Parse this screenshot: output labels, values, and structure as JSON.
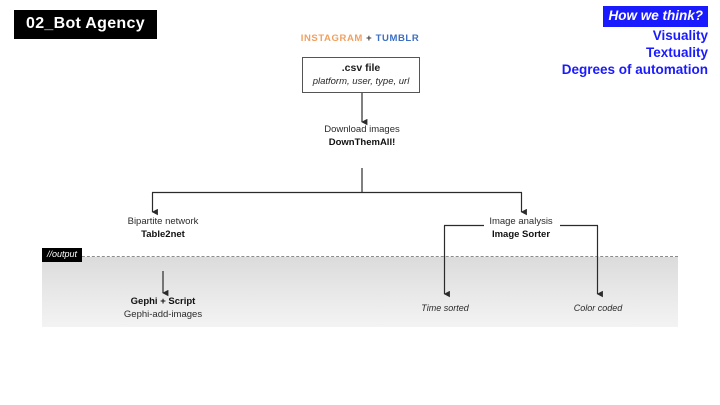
{
  "slide": {
    "title": "02_Bot Agency"
  },
  "think_panel": {
    "heading": "How we think?",
    "items": [
      {
        "label": "Visuality"
      },
      {
        "label": "Textuality"
      },
      {
        "label": "Degrees of automation"
      }
    ],
    "heading_bg": "#1a1aff",
    "text_color": "#1a1aff"
  },
  "sources": {
    "first": "INSTAGRAM",
    "separator": "+",
    "second": "TUMBLR",
    "first_color": "#f0a060",
    "second_color": "#3b6ec4"
  },
  "csv_node": {
    "title": ".csv file",
    "fields": "platform, user, type, url"
  },
  "download_node": {
    "line1": "Download images",
    "line2": "DownThemAll!"
  },
  "branches": {
    "left": {
      "line1": "Bipartite network",
      "line2": "Table2net"
    },
    "right": {
      "line1": "Image analysis",
      "line2": "Image Sorter"
    }
  },
  "output": {
    "badge": "//output",
    "gephi": {
      "line1": "Gephi + Script",
      "line2": "Gephi-add-images"
    },
    "leaves": [
      {
        "label": "Time sorted"
      },
      {
        "label": "Color coded"
      }
    ]
  }
}
